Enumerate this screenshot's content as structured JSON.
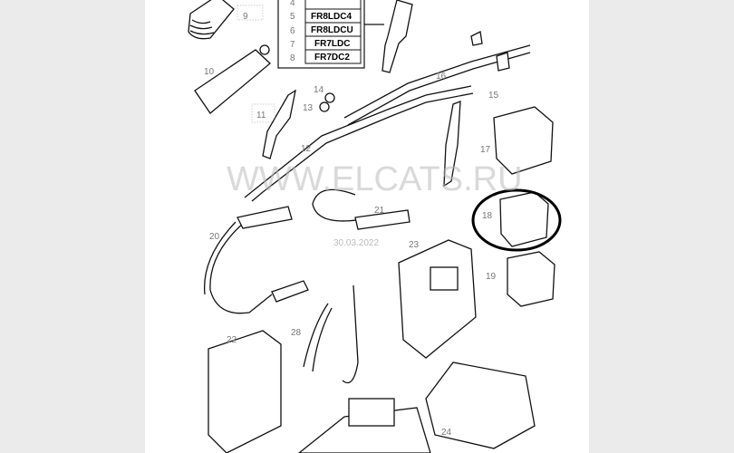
{
  "diagram": {
    "spark_plug_table": [
      {
        "ref": "4",
        "code": ""
      },
      {
        "ref": "5",
        "code": "FR8LDC4"
      },
      {
        "ref": "6",
        "code": "FR8LDCU"
      },
      {
        "ref": "7",
        "code": "FR7LDC"
      },
      {
        "ref": "8",
        "code": "FR7DC2"
      }
    ],
    "callouts": {
      "c9": "9",
      "c10": "10",
      "c11": "11",
      "c12": "12",
      "c13": "13",
      "c14": "14",
      "c15": "15",
      "c16": "16",
      "c17": "17",
      "c18": "18",
      "c19": "19",
      "c20": "20",
      "c21": "21",
      "c22": "22",
      "c23": "23",
      "c24": "24",
      "c28": "28"
    },
    "watermark": "WWW.ELCATS.RU",
    "date": "30.03.2022",
    "highlighted_part": "18"
  }
}
